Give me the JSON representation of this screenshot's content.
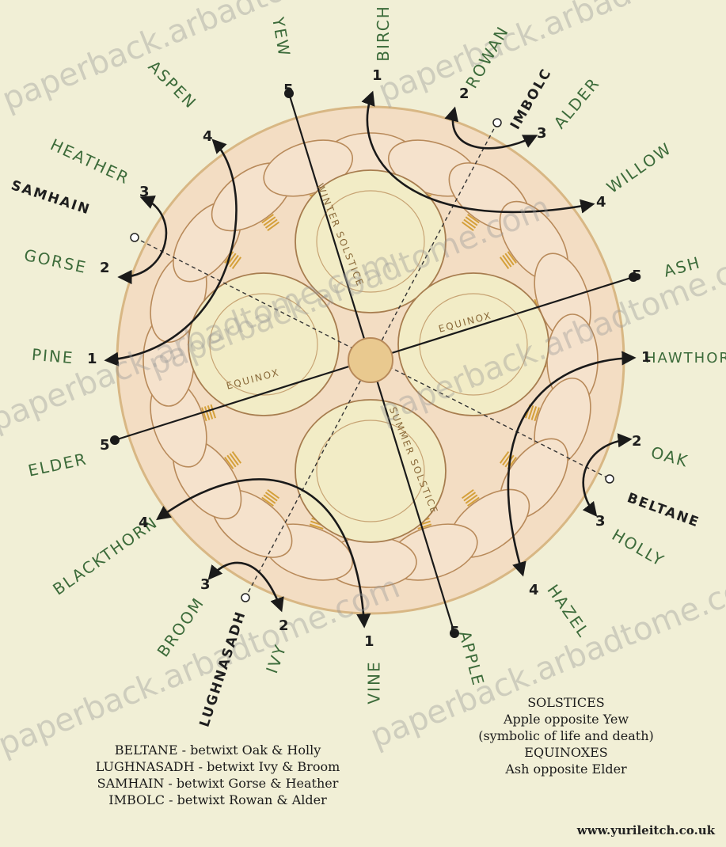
{
  "trees": {
    "birch": "BIRCH",
    "rowan": "ROWAN",
    "alder": "ALDER",
    "willow": "WILLOW",
    "ash": "ASH",
    "hawthorn": "HAWTHORN",
    "oak": "OAK",
    "holly": "HOLLY",
    "hazel": "HAZEL",
    "apple": "APPLE",
    "vine": "VINE",
    "ivy": "IVY",
    "broom": "BROOM",
    "blackthorn": "BLACKTHORN",
    "elder": "ELDER",
    "pine": "PINE",
    "gorse": "GORSE",
    "heather": "HEATHER",
    "aspen": "ASPEN",
    "yew": "YEW"
  },
  "festivals": {
    "imbolc": "IMBOLC",
    "samhain": "SAMHAIN",
    "beltane": "BELTANE",
    "lughnasadh": "LUGHNASADH"
  },
  "axis_labels": {
    "winter_solstice": "WINTER SOLSTICE",
    "summer_solstice": "SUMMER SOLSTICE",
    "equinox": "EQUINOX"
  },
  "numbers": {
    "n1": "1",
    "n2": "2",
    "n3": "3",
    "n4": "4",
    "n5": "5"
  },
  "notes_left": [
    "BELTANE - betwixt Oak & Holly",
    "LUGHNASADH - betwixt Ivy & Broom",
    "SAMHAIN - betwixt Gorse & Heather",
    "IMBOLC - betwixt Rowan & Alder"
  ],
  "notes_right": [
    "SOLSTICES",
    "Apple opposite Yew",
    "(symbolic of life and death)",
    "EQUINOXES",
    "Ash opposite Elder"
  ],
  "website": "www.yurileitch.co.uk",
  "watermark": "paperback.arbadtome.com",
  "colors": {
    "background": "#f1efd6",
    "wheel_fill": "#f3ddc3",
    "petal_stroke": "#b88a5a",
    "label_green": "#3c6b3a",
    "arrow": "#1a1a1a"
  }
}
